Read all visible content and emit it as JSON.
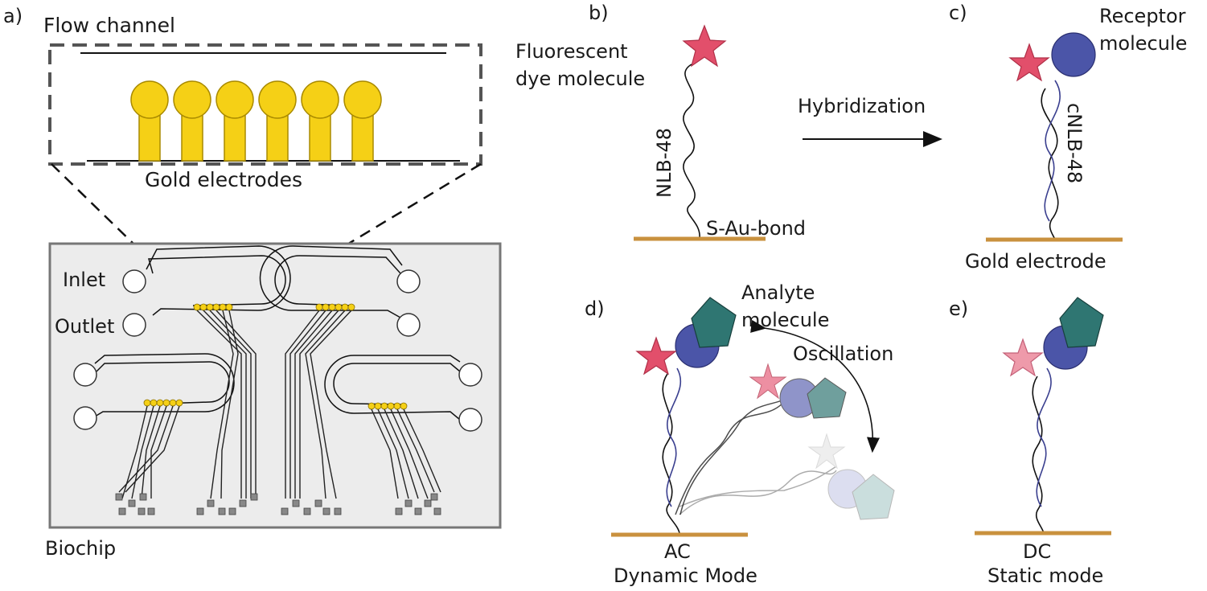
{
  "panels": {
    "a": {
      "letter": "a)",
      "flow_channel": "Flow channel",
      "gold_electrodes": "Gold electrodes",
      "inlet": "Inlet",
      "outlet": "Outlet",
      "biochip": "Biochip"
    },
    "b": {
      "letter": "b)",
      "dye_line1": "Fluorescent",
      "dye_line2": "dye molecule",
      "strand": "NLB-48",
      "bond": "S-Au-bond"
    },
    "arrow": {
      "label": "Hybridization"
    },
    "c": {
      "letter": "c)",
      "receptor_line1": "Receptor",
      "receptor_line2": "molecule",
      "strand": "cNLB-48",
      "electrode": "Gold electrode"
    },
    "d": {
      "letter": "d)",
      "analyte_line1": "Analyte",
      "analyte_line2": "molecule",
      "oscillation": "Oscillation",
      "mode_line1": "AC",
      "mode_line2": "Dynamic Mode"
    },
    "e": {
      "letter": "e)",
      "mode_line1": "DC",
      "mode_line2": "Static mode"
    }
  },
  "colors": {
    "gold": "#f5d016",
    "electrode_bar": "#c9913e",
    "star": "#e24f6b",
    "receptor": "#4b55a8",
    "analyte": "#2f7672",
    "chip_bg": "#ececec",
    "dna_blue": "#3a3f8f"
  }
}
